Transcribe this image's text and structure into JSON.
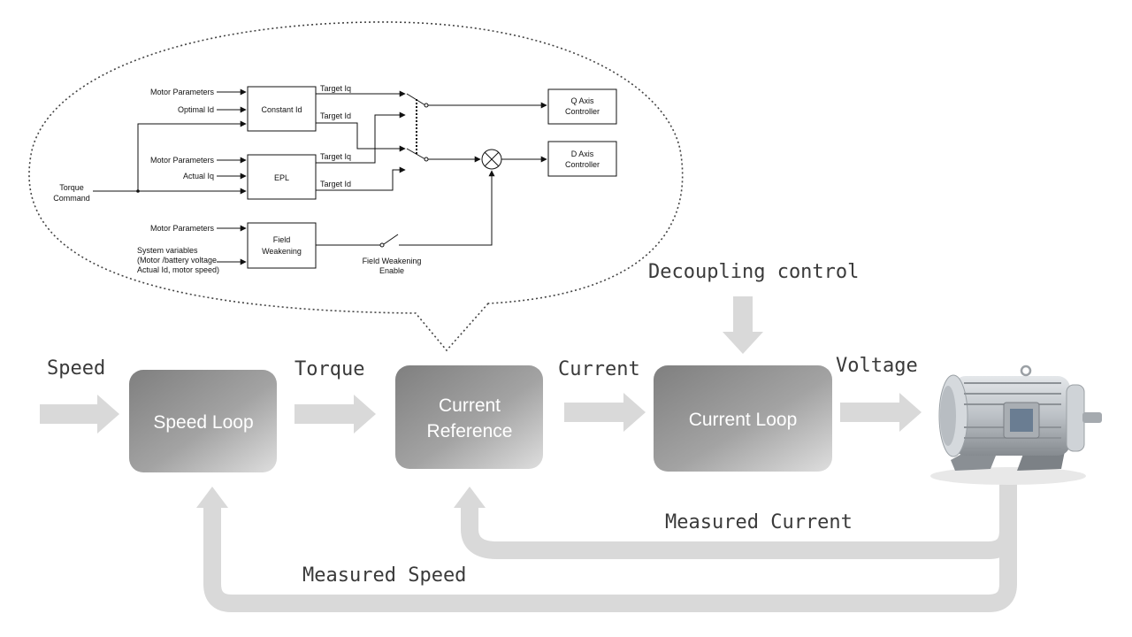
{
  "main": {
    "labels": {
      "speed": "Speed",
      "torque": "Torque",
      "current": "Current",
      "voltage": "Voltage",
      "decoupling": "Decoupling control",
      "measured_current": "Measured Current",
      "measured_speed": "Measured Speed"
    },
    "blocks": {
      "speed_loop": "Speed Loop",
      "current_ref_line1": "Current",
      "current_ref_line2": "Reference",
      "current_loop": "Current Loop"
    }
  },
  "detail": {
    "inputs": {
      "motor_params_1": "Motor Parameters",
      "optimal_id": "Optimal Id",
      "motor_params_2": "Motor Parameters",
      "actual_iq": "Actual Iq",
      "motor_params_3": "Motor Parameters",
      "sysvars_1": "System variables",
      "sysvars_2": "(Motor /battery voltage",
      "sysvars_3": "Actual Id, motor speed)",
      "torque_cmd_1": "Torque",
      "torque_cmd_2": "Command"
    },
    "blocks": {
      "constant_id": "Constant Id",
      "epl": "EPL",
      "field_weak_1": "Field",
      "field_weak_2": "Weakening",
      "q_axis_1": "Q Axis",
      "q_axis_2": "Controller",
      "d_axis_1": "D Axis",
      "d_axis_2": "Controller"
    },
    "signals": {
      "target_iq_1": "Target Iq",
      "target_id_1": "Target Id",
      "target_iq_2": "Target Iq",
      "target_id_2": "Target Id",
      "fw_enable_1": "Field Weakening",
      "fw_enable_2": "Enable"
    }
  }
}
